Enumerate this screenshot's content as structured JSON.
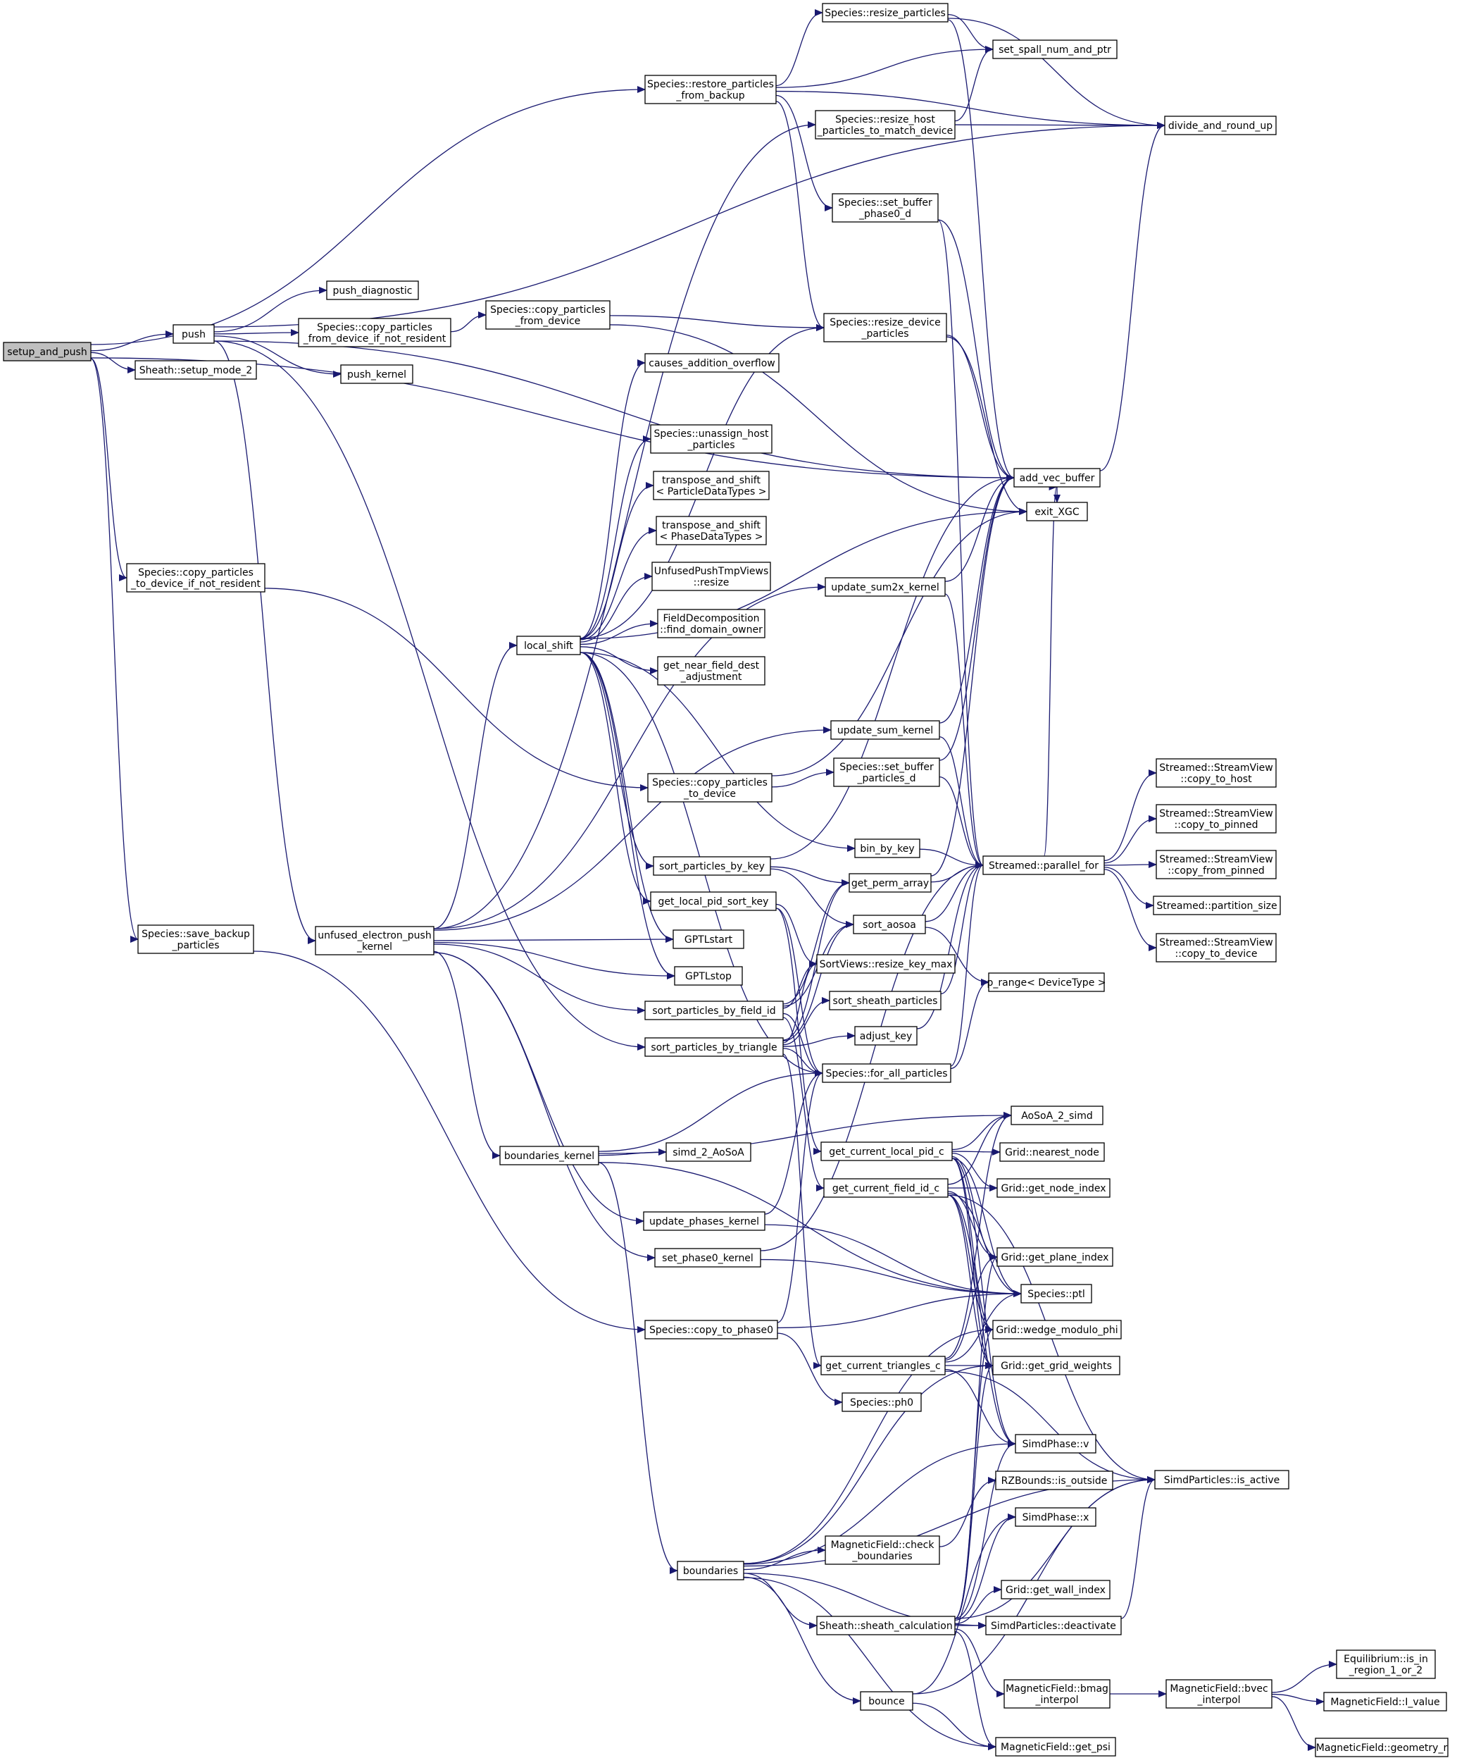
{
  "edge_color": "#191970",
  "root_fill": "#bfbfbf",
  "nodes": [
    {
      "id": "setup_and_push",
      "lines": [
        "setup_and_push"
      ],
      "root": true
    },
    {
      "id": "push",
      "lines": [
        "push"
      ]
    },
    {
      "id": "sheath_setup_mode_2",
      "lines": [
        "Sheath::setup_mode_2"
      ]
    },
    {
      "id": "species_copy_particles_to_device_if_not_resident",
      "lines": [
        "Species::copy_particles",
        "_to_device_if_not_resident"
      ]
    },
    {
      "id": "species_save_backup_particles",
      "lines": [
        "Species::save_backup",
        "_particles"
      ]
    },
    {
      "id": "species_restore_particles_from_backup",
      "lines": [
        "Species::restore_particles",
        "_from_backup"
      ]
    },
    {
      "id": "push_diagnostic",
      "lines": [
        "push_diagnostic"
      ]
    },
    {
      "id": "species_copy_particles_from_device_if_not_resident",
      "lines": [
        "Species::copy_particles",
        "_from_device_if_not_resident"
      ]
    },
    {
      "id": "push_kernel",
      "lines": [
        "push_kernel"
      ]
    },
    {
      "id": "unfused_electron_push_kernel",
      "lines": [
        "unfused_electron_push",
        "_kernel"
      ]
    },
    {
      "id": "species_copy_particles_from_device",
      "lines": [
        "Species::copy_particles",
        "_from_device"
      ]
    },
    {
      "id": "local_shift",
      "lines": [
        "local_shift"
      ]
    },
    {
      "id": "boundaries_kernel",
      "lines": [
        "boundaries_kernel"
      ]
    },
    {
      "id": "species_resize_particles",
      "lines": [
        "Species::resize_particles"
      ]
    },
    {
      "id": "set_spall_num_and_ptr",
      "lines": [
        "set_spall_num_and_ptr"
      ]
    },
    {
      "id": "divide_and_round_up",
      "lines": [
        "divide_and_round_up"
      ]
    },
    {
      "id": "species_resize_host_particles_to_match_device",
      "lines": [
        "Species::resize_host",
        "_particles_to_match_device"
      ]
    },
    {
      "id": "species_set_buffer_phase0_d",
      "lines": [
        "Species::set_buffer",
        "_phase0_d"
      ]
    },
    {
      "id": "species_resize_device_particles",
      "lines": [
        "Species::resize_device",
        "_particles"
      ]
    },
    {
      "id": "causes_addition_overflow",
      "lines": [
        "causes_addition_overflow"
      ]
    },
    {
      "id": "species_unassign_host_particles",
      "lines": [
        "Species::unassign_host",
        "_particles"
      ]
    },
    {
      "id": "transpose_and_shift_particle",
      "lines": [
        "transpose_and_shift",
        "< ParticleDataTypes >"
      ]
    },
    {
      "id": "transpose_and_shift_phase",
      "lines": [
        "transpose_and_shift",
        "< PhaseDataTypes >"
      ]
    },
    {
      "id": "unfused_push_tmp_views_resize",
      "lines": [
        "UnfusedPushTmpViews",
        "::resize"
      ]
    },
    {
      "id": "field_decomposition_find_domain_owner",
      "lines": [
        "FieldDecomposition",
        "::find_domain_owner"
      ]
    },
    {
      "id": "get_near_field_dest_adjustment",
      "lines": [
        "get_near_field_dest",
        "_adjustment"
      ]
    },
    {
      "id": "add_vec_buffer",
      "lines": [
        "add_vec_buffer"
      ]
    },
    {
      "id": "exit_xgc",
      "lines": [
        "exit_XGC"
      ]
    },
    {
      "id": "update_sum2x_kernel",
      "lines": [
        "update_sum2x_kernel"
      ]
    },
    {
      "id": "update_sum_kernel",
      "lines": [
        "update_sum_kernel"
      ]
    },
    {
      "id": "species_copy_particles_to_device",
      "lines": [
        "Species::copy_particles",
        "_to_device"
      ]
    },
    {
      "id": "species_set_buffer_particles_d",
      "lines": [
        "Species::set_buffer",
        "_particles_d"
      ]
    },
    {
      "id": "bin_by_key",
      "lines": [
        "bin_by_key"
      ]
    },
    {
      "id": "sort_particles_by_key",
      "lines": [
        "sort_particles_by_key"
      ]
    },
    {
      "id": "get_perm_array",
      "lines": [
        "get_perm_array"
      ]
    },
    {
      "id": "get_local_pid_sort_key",
      "lines": [
        "get_local_pid_sort_key"
      ]
    },
    {
      "id": "sort_aosoa",
      "lines": [
        "sort_aosoa"
      ]
    },
    {
      "id": "gptl_start",
      "lines": [
        "GPTLstart"
      ]
    },
    {
      "id": "gptl_stop",
      "lines": [
        "GPTLstop"
      ]
    },
    {
      "id": "sort_views_resize_key_max",
      "lines": [
        "SortViews::resize_key_max"
      ]
    },
    {
      "id": "sort_particles_by_field_id",
      "lines": [
        "sort_particles_by_field_id"
      ]
    },
    {
      "id": "sort_sheath_particles",
      "lines": [
        "sort_sheath_particles"
      ]
    },
    {
      "id": "sort_particles_by_triangle",
      "lines": [
        "sort_particles_by_triangle"
      ]
    },
    {
      "id": "adjust_key",
      "lines": [
        "adjust_key"
      ]
    },
    {
      "id": "species_for_all_particles",
      "lines": [
        "Species::for_all_particles"
      ]
    },
    {
      "id": "streamed_parallel_for",
      "lines": [
        "Streamed::parallel_for"
      ]
    },
    {
      "id": "p_range_device_type",
      "lines": [
        "p_range< DeviceType >"
      ]
    },
    {
      "id": "stream_view_copy_to_host",
      "lines": [
        "Streamed::StreamView",
        "::copy_to_host"
      ]
    },
    {
      "id": "stream_view_copy_to_pinned",
      "lines": [
        "Streamed::StreamView",
        "::copy_to_pinned"
      ]
    },
    {
      "id": "stream_view_copy_from_pinned",
      "lines": [
        "Streamed::StreamView",
        "::copy_from_pinned"
      ]
    },
    {
      "id": "streamed_partition_size",
      "lines": [
        "Streamed::partition_size"
      ]
    },
    {
      "id": "stream_view_copy_to_device",
      "lines": [
        "Streamed::StreamView",
        "::copy_to_device"
      ]
    },
    {
      "id": "aosoa_2_simd",
      "lines": [
        "AoSoA_2_simd"
      ]
    },
    {
      "id": "simd_2_aosoa",
      "lines": [
        "simd_2_AoSoA"
      ]
    },
    {
      "id": "get_current_local_pid_c",
      "lines": [
        "get_current_local_pid_c"
      ]
    },
    {
      "id": "grid_nearest_node",
      "lines": [
        "Grid::nearest_node"
      ]
    },
    {
      "id": "get_current_field_id_c",
      "lines": [
        "get_current_field_id_c"
      ]
    },
    {
      "id": "grid_get_node_index",
      "lines": [
        "Grid::get_node_index"
      ]
    },
    {
      "id": "update_phases_kernel",
      "lines": [
        "update_phases_kernel"
      ]
    },
    {
      "id": "grid_get_plane_index",
      "lines": [
        "Grid::get_plane_index"
      ]
    },
    {
      "id": "set_phase0_kernel",
      "lines": [
        "set_phase0_kernel"
      ]
    },
    {
      "id": "species_ptl",
      "lines": [
        "Species::ptl"
      ]
    },
    {
      "id": "species_copy_to_phase0",
      "lines": [
        "Species::copy_to_phase0"
      ]
    },
    {
      "id": "grid_wedge_modulo_phi",
      "lines": [
        "Grid::wedge_modulo_phi"
      ]
    },
    {
      "id": "get_current_triangles_c",
      "lines": [
        "get_current_triangles_c"
      ]
    },
    {
      "id": "grid_get_grid_weights",
      "lines": [
        "Grid::get_grid_weights"
      ]
    },
    {
      "id": "species_ph0",
      "lines": [
        "Species::ph0"
      ]
    },
    {
      "id": "simd_phase_v",
      "lines": [
        "SimdPhase::v"
      ]
    },
    {
      "id": "simd_particles_is_active",
      "lines": [
        "SimdParticles::is_active"
      ]
    },
    {
      "id": "rz_bounds_is_outside",
      "lines": [
        "RZBounds::is_outside"
      ]
    },
    {
      "id": "simd_phase_x",
      "lines": [
        "SimdPhase::x"
      ]
    },
    {
      "id": "magnetic_field_check_boundaries",
      "lines": [
        "MagneticField::check",
        "_boundaries"
      ]
    },
    {
      "id": "boundaries",
      "lines": [
        "boundaries"
      ]
    },
    {
      "id": "grid_get_wall_index",
      "lines": [
        "Grid::get_wall_index"
      ]
    },
    {
      "id": "sheath_sheath_calculation",
      "lines": [
        "Sheath::sheath_calculation"
      ]
    },
    {
      "id": "simd_particles_deactivate",
      "lines": [
        "SimdParticles::deactivate"
      ]
    },
    {
      "id": "equilibrium_is_in_region_1_or_2",
      "lines": [
        "Equilibrium::is_in",
        "_region_1_or_2"
      ]
    },
    {
      "id": "magnetic_field_bmag_interpol",
      "lines": [
        "MagneticField::bmag",
        "_interpol"
      ]
    },
    {
      "id": "magnetic_field_bvec_interpol",
      "lines": [
        "MagneticField::bvec",
        "_interpol"
      ]
    },
    {
      "id": "magnetic_field_i_value",
      "lines": [
        "MagneticField::I_value"
      ]
    },
    {
      "id": "bounce",
      "lines": [
        "bounce"
      ]
    },
    {
      "id": "magnetic_field_geometry_r",
      "lines": [
        "MagneticField::geometry_r"
      ]
    },
    {
      "id": "magnetic_field_get_psi",
      "lines": [
        "MagneticField::get_psi"
      ]
    }
  ]
}
